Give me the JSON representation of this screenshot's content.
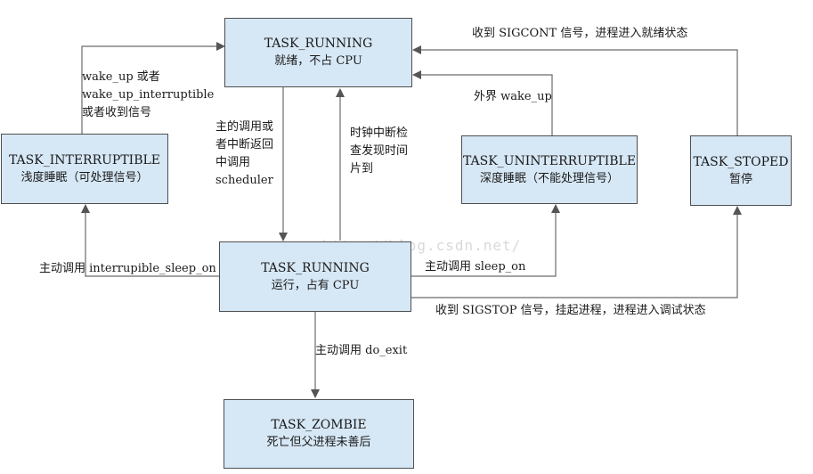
{
  "nodes": {
    "running_ready": {
      "name": "TASK_RUNNING",
      "desc": "就绪，不占 CPU"
    },
    "interruptible": {
      "name": "TASK_INTERRUPTIBLE",
      "desc": "浅度睡眠（可处理信号）"
    },
    "uninterruptible": {
      "name": "TASK_UNINTERRUPTIBLE",
      "desc": "深度睡眠（不能处理信号）"
    },
    "stoped": {
      "name": "TASK_STOPED",
      "desc": "暂停"
    },
    "running_active": {
      "name": "TASK_RUNNING",
      "desc": "运行，占有 CPU"
    },
    "zombie": {
      "name": "TASK_ZOMBIE",
      "desc": "死亡但父进程未善后"
    }
  },
  "edges": {
    "sigcont": "收到 SIGCONT 信号，进程进入就绪状态",
    "wakeup_external": "外界 wake_up",
    "wakeup_interruptible": "wake_up 或者\nwake_up_interruptible\n或者收到信号",
    "schedule": "主的调用或\n者中断返回\n中调用\nscheduler",
    "timeslice": "时钟中断检\n查发现时间\n片到",
    "sleep_interruptible": "主动调用 interrupible_sleep_on",
    "sleep_on": "主动调用 sleep_on",
    "sigstop": "收到 SIGSTOP 信号，挂起进程，进程进入调试状态",
    "exit": "主动调用 do_exit"
  },
  "watermark": "http://blog.csdn.net/"
}
